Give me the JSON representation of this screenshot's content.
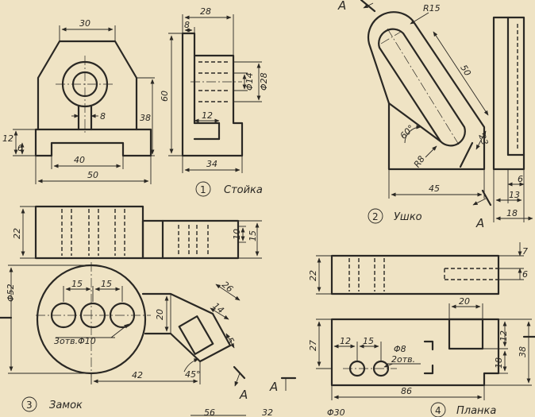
{
  "parts": {
    "stoyka": {
      "number": "1",
      "title": "Стойка"
    },
    "ushko": {
      "number": "2",
      "title": "Ушко"
    },
    "zamok": {
      "number": "3",
      "title": "Замок"
    },
    "planka": {
      "number": "4",
      "title": "Планка"
    }
  },
  "dims": {
    "stoyka": {
      "d30": "30",
      "d28": "28",
      "d8top": "8",
      "d60": "60",
      "phi14": "Φ14",
      "phi28": "Φ28",
      "d38": "38",
      "d8mid": "8",
      "d12left": "12",
      "d6": "6",
      "d12slot": "12",
      "d40": "40",
      "d50": "50",
      "d34": "34"
    },
    "ushko": {
      "r15": "R15",
      "d50": "50",
      "d60deg": "60°",
      "d23": "23",
      "r8": "R8",
      "d45": "45",
      "d6": "6",
      "d13": "13",
      "d18": "18"
    },
    "zamok": {
      "d22": "22",
      "d10": "10",
      "d15side": "15",
      "phi52": "Φ52",
      "d15a": "15",
      "d15b": "15",
      "d26": "26",
      "d20": "20",
      "d14": "14",
      "holes": "3отв.Φ10",
      "d5": "5",
      "d42": "42",
      "d45deg": "45°"
    },
    "planka": {
      "d22": "22",
      "d7": "7",
      "d6": "6",
      "d20": "20",
      "d27": "27",
      "d12a": "12",
      "d15": "15",
      "phi8": "Φ8",
      "holes": "2отв.",
      "d12b": "12",
      "d38": "38",
      "d18": "18",
      "d86": "86"
    },
    "bottom": {
      "d56": "56",
      "d32": "32",
      "phi30": "Φ30"
    }
  },
  "section_marks": {
    "a": "A"
  }
}
